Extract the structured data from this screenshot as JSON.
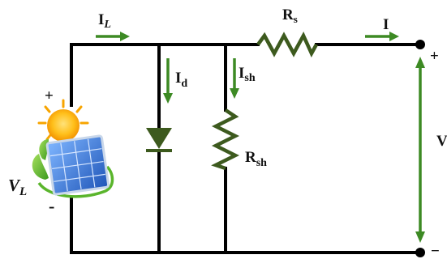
{
  "diagram": {
    "colors": {
      "wire": "#000000",
      "component": "#3d5a1e",
      "arrow": "#3d8a24",
      "label": "#111111",
      "sun": "#f7a400",
      "panel": "#2f6fd1",
      "leaf": "#5ab52c"
    },
    "labels": {
      "il_main": "I",
      "il_sub": "L",
      "rs_main": "R",
      "rs_sub": "s",
      "i_out": "I",
      "id_main": "I",
      "id_sub": "d",
      "ish_main": "I",
      "ish_sub": "sh",
      "rsh_main": "R",
      "rsh_sub": "sh",
      "vl_main": "V",
      "vl_sub": "L",
      "v_out": "V",
      "plus_left": "+",
      "minus_left": "-",
      "plus_right": "+",
      "minus_right": "−"
    },
    "icons": {
      "source": "solar-panel-icon",
      "diode": "diode-icon",
      "resistor": "resistor-icon"
    }
  }
}
